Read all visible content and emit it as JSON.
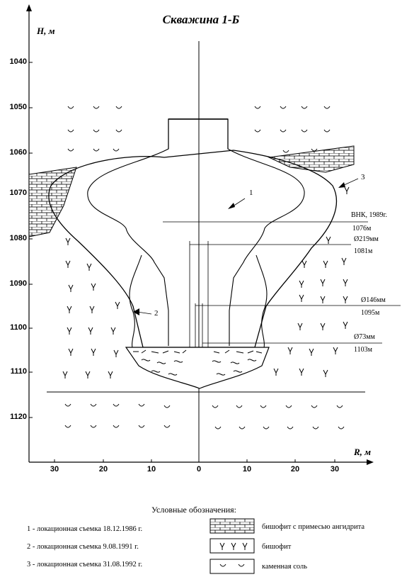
{
  "title": "Скважина 1-Б",
  "y_axis": {
    "label": "H, м",
    "ticks": [
      "1040",
      "1050",
      "1060",
      "1070",
      "1080",
      "1090",
      "1100",
      "1110",
      "1120"
    ]
  },
  "x_axis": {
    "label": "R, м",
    "ticks": [
      "30",
      "20",
      "10",
      "0",
      "10",
      "20",
      "30"
    ]
  },
  "annotations": {
    "vnk_label": "ВНК, 1989г.",
    "vnk_depth": "1076м",
    "casing_219": "Ø219мм",
    "casing_219_depth": "1081м",
    "casing_146": "Ø146мм",
    "casing_146_depth": "1095м",
    "casing_73": "Ø73мм",
    "casing_73_depth": "1103м",
    "survey_1": "1",
    "survey_2": "2",
    "survey_3": "3"
  },
  "legend": {
    "title": "Условные обозначения:",
    "surveys": [
      "1 - локационная съемка 18.12.1986 г.",
      "2 - локационная съемка 9.08.1991 г.",
      "3 - локационная съемка 31.08.1992 г."
    ],
    "rocks": [
      {
        "icon": "bischofite-anhydrite-pattern",
        "label": "бишофит с примесью ангидрита"
      },
      {
        "icon": "bischofite-pattern",
        "label": "бишофит"
      },
      {
        "icon": "rock-salt-pattern",
        "label": "каменная соль"
      }
    ]
  }
}
